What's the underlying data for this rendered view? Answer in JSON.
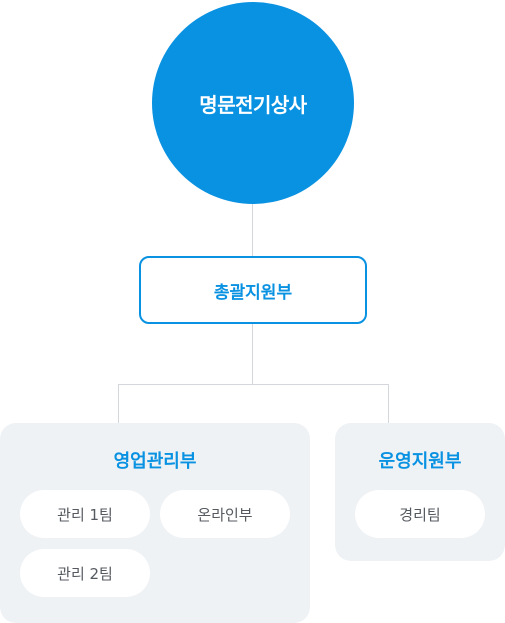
{
  "ceo": {
    "label": "명문전기상사"
  },
  "hq": {
    "label": "총괄지원부"
  },
  "departments": [
    {
      "title": "영업관리부",
      "teams": [
        "관리 1팀",
        "온라인부",
        "관리 2팀"
      ]
    },
    {
      "title": "운영지원부",
      "teams": [
        "경리팀"
      ]
    }
  ],
  "colors": {
    "primary": "#0a92e2",
    "panel": "#eff2f5",
    "connector": "#d4d8dd"
  }
}
